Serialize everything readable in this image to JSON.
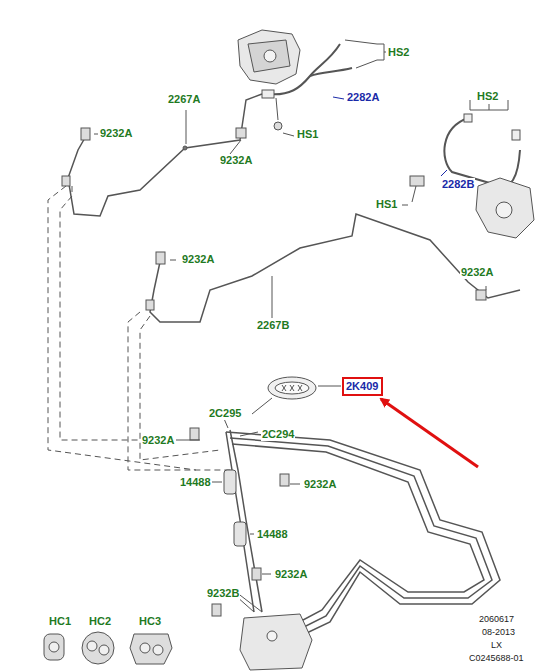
{
  "diagram": {
    "nodes": [
      {
        "text": [
          "2K409"
        ]
      }
    ],
    "labels": [
      "HS2",
      "2267A",
      "2282A",
      "9232A",
      "HS1",
      "9232A",
      "HS2",
      "2282B",
      "HS1",
      "9232A",
      "9232A",
      "2267B",
      "2C295",
      "2C294",
      "9232A",
      "14488",
      "9232A",
      "14488",
      "9232A",
      "9232B",
      "HC1",
      "HC2",
      "HC3",
      "2060617",
      "08-2013",
      "LX",
      "C0245688-01"
    ]
  }
}
